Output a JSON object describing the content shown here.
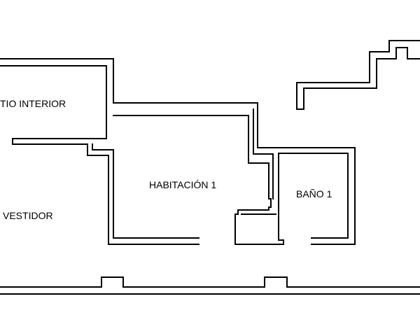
{
  "rooms": {
    "patio_interior": "TIO INTERIOR",
    "vestidor": "VESTIDOR",
    "habitacion_1": "HABITACIÓN 1",
    "bano_1": "BAÑO 1"
  },
  "colors": {
    "background": "#ffffff",
    "wall_stroke": "#000000"
  }
}
